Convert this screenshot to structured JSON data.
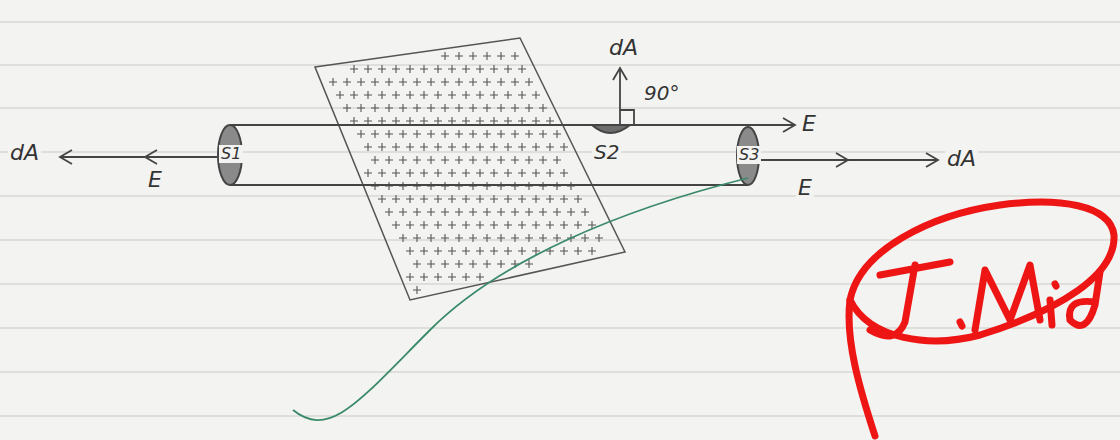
{
  "diagram": {
    "labels": [
      "dA",
      "E",
      "S1",
      "S2",
      "90°",
      "E",
      "dA",
      "S3",
      "E",
      "dA"
    ]
  }
}
